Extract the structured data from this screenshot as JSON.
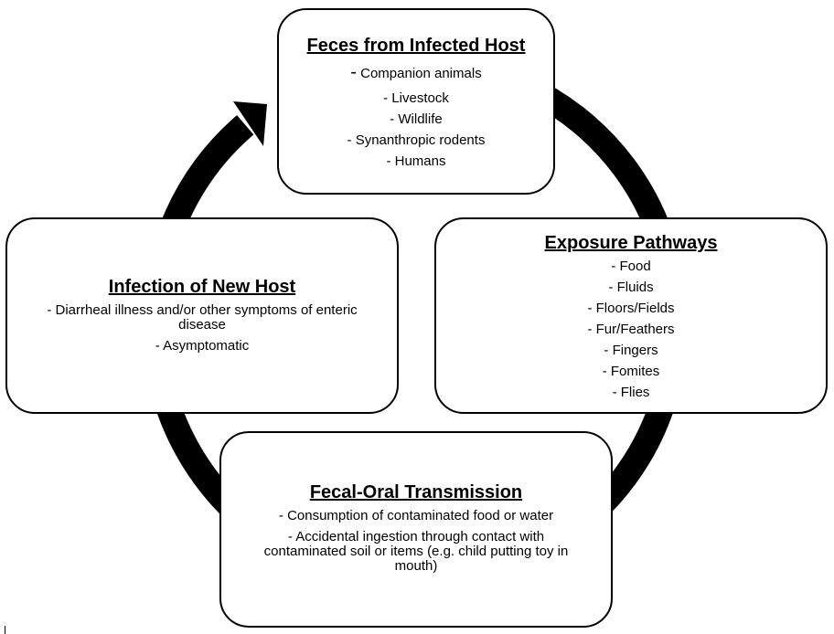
{
  "diagram": {
    "boxes": {
      "feces": {
        "title": "Feces from Infected Host",
        "first_dash": "-",
        "first_item": " Companion animals",
        "items": [
          "- Livestock",
          "- Wildlife",
          "- Synanthropic rodents",
          "- Humans"
        ]
      },
      "exposure": {
        "title": "Exposure Pathways",
        "items": [
          "- Food",
          "- Fluids",
          "- Floors/Fields",
          "- Fur/Feathers",
          "- Fingers",
          "- Fomites",
          "- Flies"
        ]
      },
      "transmission": {
        "title": "Fecal-Oral Transmission",
        "items": [
          "- Consumption of contaminated food or water",
          "- Accidental ingestion through contact with contaminated soil or items (e.g. child putting toy in mouth)"
        ]
      },
      "infection": {
        "title": "Infection of New Host",
        "items": [
          "- Diarrheal illness and/or other symptoms of enteric disease",
          "- Asymptomatic"
        ]
      }
    },
    "colors": {
      "ring": "#000000",
      "box_border": "#000000",
      "box_fill": "#ffffff",
      "background": "#ffffff"
    }
  }
}
